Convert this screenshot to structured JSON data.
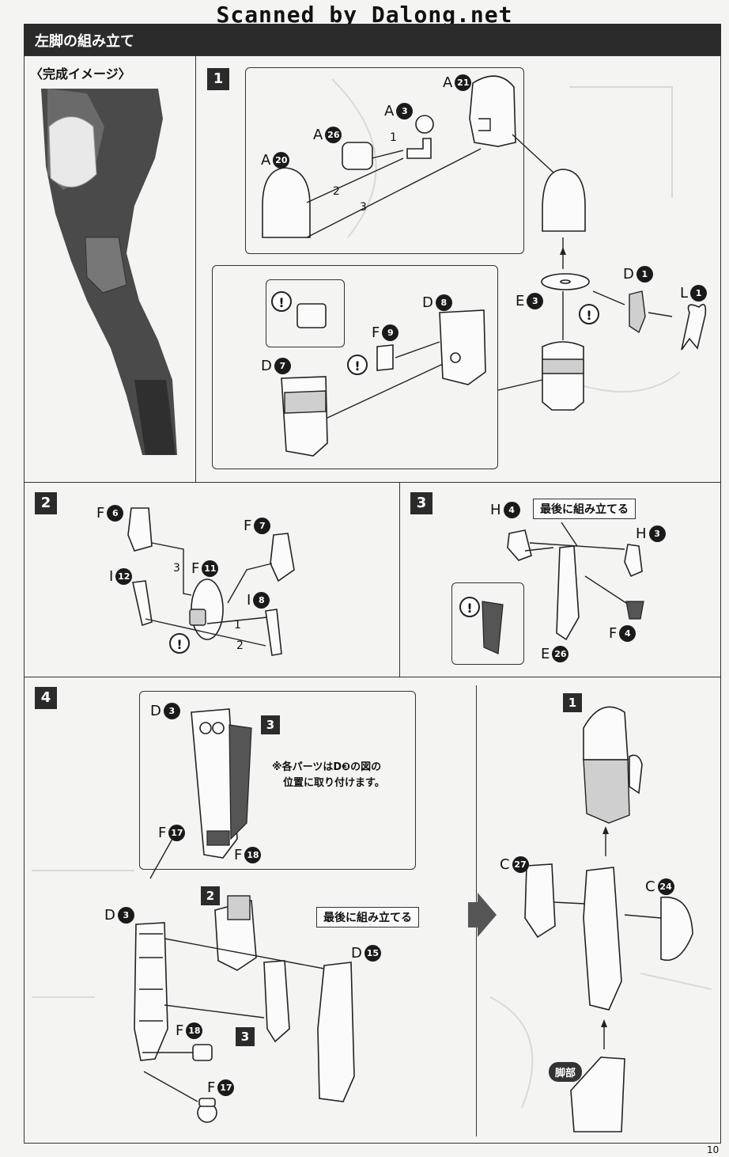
{
  "watermark": "Scanned by Dalong.net",
  "header": {
    "title": "左脚の組み立て"
  },
  "preview": {
    "title": "〈完成イメージ〉"
  },
  "steps": {
    "s1": "1",
    "s2": "2",
    "s3": "3",
    "s4": "4"
  },
  "step1": {
    "labels": {
      "a21": {
        "letter": "A",
        "num": "21"
      },
      "a3": {
        "letter": "A",
        "num": "3"
      },
      "a26": {
        "letter": "A",
        "num": "26"
      },
      "a20": {
        "letter": "A",
        "num": "20"
      },
      "d1": {
        "letter": "D",
        "num": "1"
      },
      "l1": {
        "letter": "L",
        "num": "1"
      },
      "e3": {
        "letter": "E",
        "num": "3"
      },
      "d8": {
        "letter": "D",
        "num": "8"
      },
      "f9": {
        "letter": "F",
        "num": "9"
      },
      "d7": {
        "letter": "D",
        "num": "7"
      }
    },
    "order": [
      "1",
      "2",
      "3"
    ]
  },
  "step2": {
    "labels": {
      "f6": {
        "letter": "F",
        "num": "6"
      },
      "f7": {
        "letter": "F",
        "num": "7"
      },
      "f11": {
        "letter": "F",
        "num": "11"
      },
      "i12": {
        "letter": "I",
        "num": "12"
      },
      "i8": {
        "letter": "I",
        "num": "8"
      }
    },
    "order": [
      "3",
      "1",
      "2"
    ]
  },
  "step3": {
    "note": "最後に組み立てる",
    "labels": {
      "h4": {
        "letter": "H",
        "num": "4"
      },
      "h3": {
        "letter": "H",
        "num": "3"
      },
      "f4": {
        "letter": "F",
        "num": "4"
      },
      "e26": {
        "letter": "E",
        "num": "26"
      }
    }
  },
  "step4": {
    "annotation_line1": "※各パーツはD❸の図の",
    "annotation_line2": "位置に取り付けます。",
    "note": "最後に組み立てる",
    "inset_ref": "3",
    "ref2": "2",
    "ref3": "3",
    "labels": {
      "d3_inset": {
        "letter": "D",
        "num": "3"
      },
      "f17_inset": {
        "letter": "F",
        "num": "17"
      },
      "f18_inset": {
        "letter": "F",
        "num": "18"
      },
      "d3": {
        "letter": "D",
        "num": "3"
      },
      "d15": {
        "letter": "D",
        "num": "15"
      },
      "f18": {
        "letter": "F",
        "num": "18"
      },
      "f17": {
        "letter": "F",
        "num": "17"
      }
    }
  },
  "final": {
    "ref1": "1",
    "foot_label": "脚部",
    "labels": {
      "c27": {
        "letter": "C",
        "num": "27"
      },
      "c24": {
        "letter": "C",
        "num": "24"
      }
    }
  },
  "warning_symbol": "!",
  "page_number": "10"
}
